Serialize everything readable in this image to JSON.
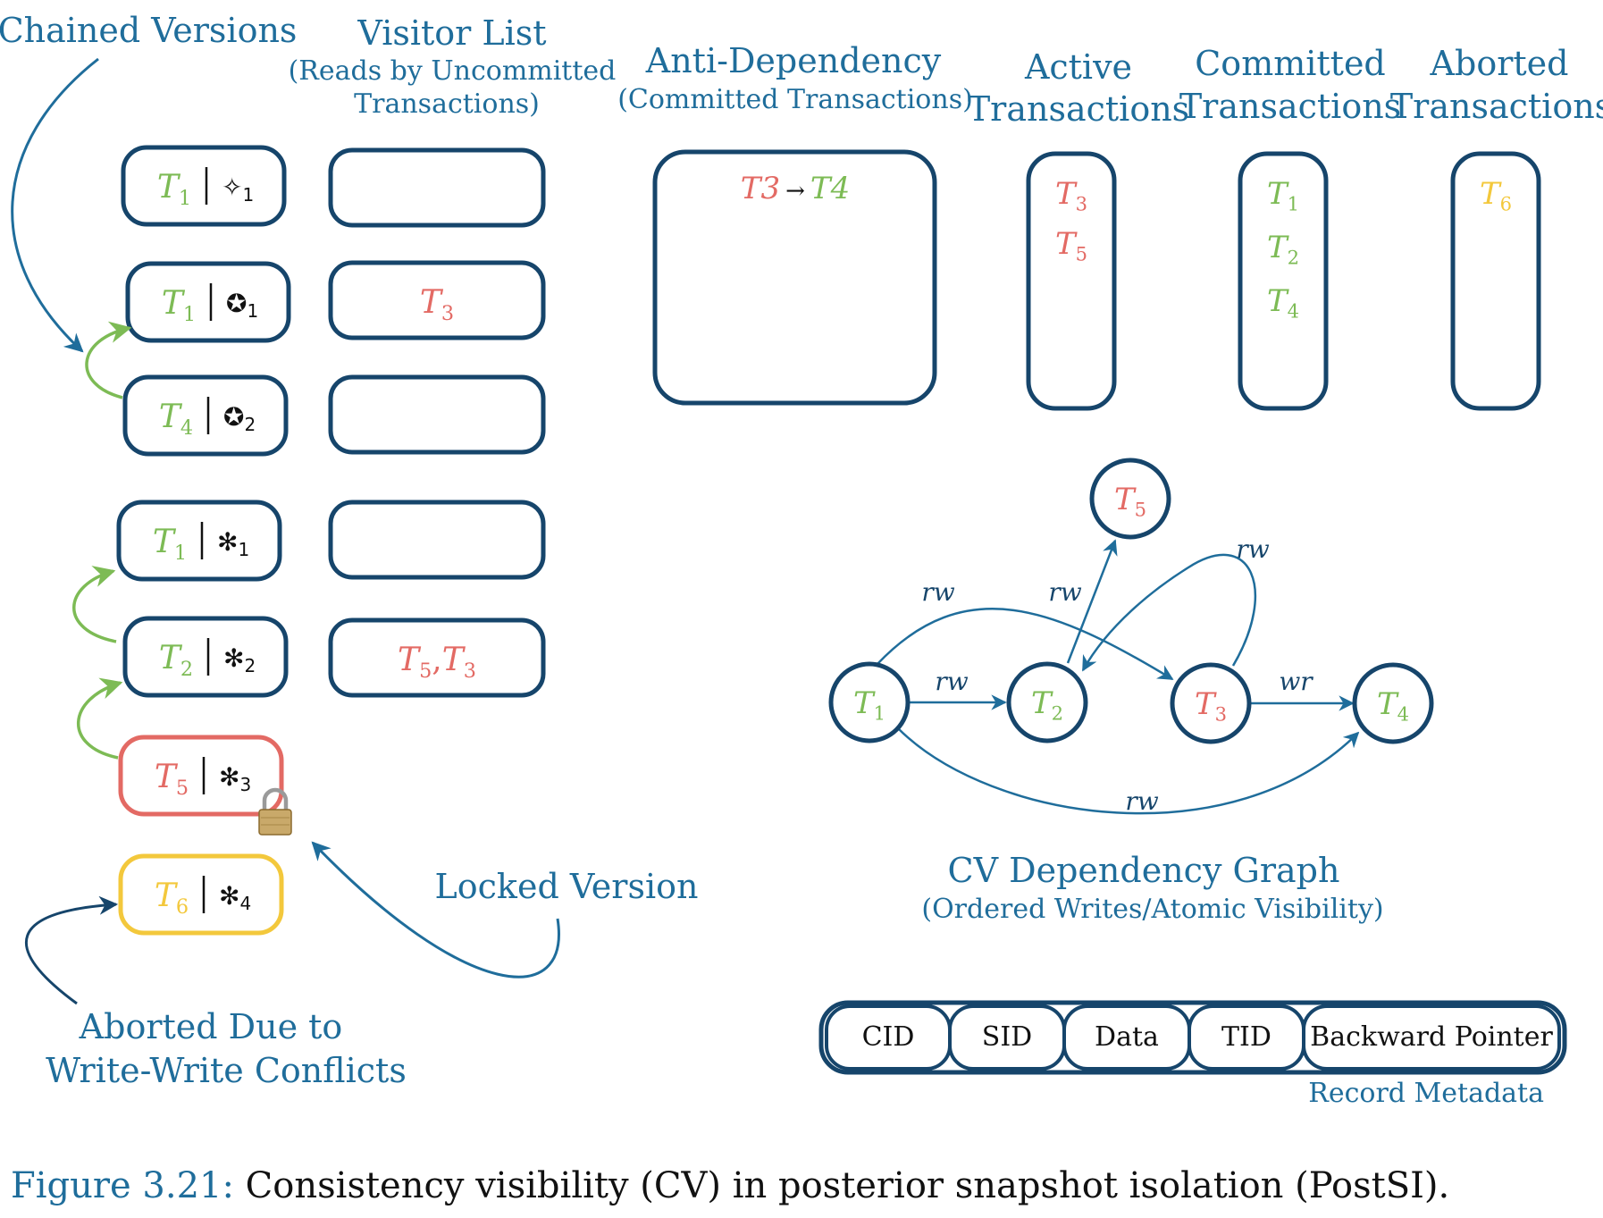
{
  "colors": {
    "blue": "#1f6d9b",
    "navy": "#16456b",
    "green": "#7dbb55",
    "red": "#e36a64",
    "yellow": "#f3c83c",
    "black": "#111111"
  },
  "labels": {
    "chained_versions": "Chained Versions",
    "visitor_list_title": "Visitor List",
    "visitor_list_sub1": "(Reads by Uncommitted",
    "visitor_list_sub2": "Transactions)",
    "anti_dep_title": "Anti-Dependency",
    "anti_dep_sub": "(Committed Transactions)",
    "active_1": "Active",
    "active_2": "Transactions",
    "committed_1": "Committed",
    "committed_2": "Transactions",
    "aborted_1": "Aborted",
    "aborted_2": "Transactions",
    "locked_version": "Locked Version",
    "aborted_due_1": "Aborted Due to",
    "aborted_due_2": "Write-Write Conflicts",
    "graph_title": "CV Dependency Graph",
    "graph_sub": "(Ordered Writes/Atomic Visibility)",
    "record_metadata": "Record Metadata"
  },
  "versions": [
    {
      "tx": "T",
      "sub": "1",
      "color": "green",
      "sym": "✧",
      "symsub": "1"
    },
    {
      "tx": "T",
      "sub": "1",
      "color": "green",
      "sym": "✪",
      "symsub": "1"
    },
    {
      "tx": "T",
      "sub": "4",
      "color": "green",
      "sym": "✪",
      "symsub": "2"
    },
    {
      "tx": "T",
      "sub": "1",
      "color": "green",
      "sym": "✻",
      "symsub": "1"
    },
    {
      "tx": "T",
      "sub": "2",
      "color": "green",
      "sym": "✻",
      "symsub": "2"
    },
    {
      "tx": "T",
      "sub": "5",
      "color": "red",
      "sym": "✻",
      "symsub": "3"
    },
    {
      "tx": "T",
      "sub": "6",
      "color": "yellow",
      "sym": "✻",
      "symsub": "4"
    }
  ],
  "visitors": [
    "",
    "T3",
    "",
    "",
    "T5,T3"
  ],
  "anti_dependency": {
    "from": "T3",
    "arrow": "→",
    "to": "T4"
  },
  "active": [
    "T3",
    "T5"
  ],
  "committed": [
    "T1",
    "T2",
    "T4"
  ],
  "aborted": [
    "T6"
  ],
  "graph": {
    "nodes": [
      {
        "id": "T1",
        "color": "green"
      },
      {
        "id": "T2",
        "color": "green"
      },
      {
        "id": "T3",
        "color": "red"
      },
      {
        "id": "T4",
        "color": "green"
      },
      {
        "id": "T5",
        "color": "red"
      }
    ],
    "edges": [
      {
        "from": "T1",
        "to": "T2",
        "label": "rw"
      },
      {
        "from": "T1",
        "to": "T3",
        "label": "rw"
      },
      {
        "from": "T1",
        "to": "T4",
        "label": "rw"
      },
      {
        "from": "T2",
        "to": "T5",
        "label": "rw"
      },
      {
        "from": "T3",
        "to": "T2",
        "label": "rw"
      },
      {
        "from": "T3",
        "to": "T4",
        "label": "wr"
      }
    ]
  },
  "metadata_fields": [
    "CID",
    "SID",
    "Data",
    "TID",
    "Backward Pointer"
  ],
  "caption": {
    "prefix": "Figure 3.21:",
    "text": " Consistency visibility (CV) in posterior snapshot isolation (PostSI)."
  }
}
